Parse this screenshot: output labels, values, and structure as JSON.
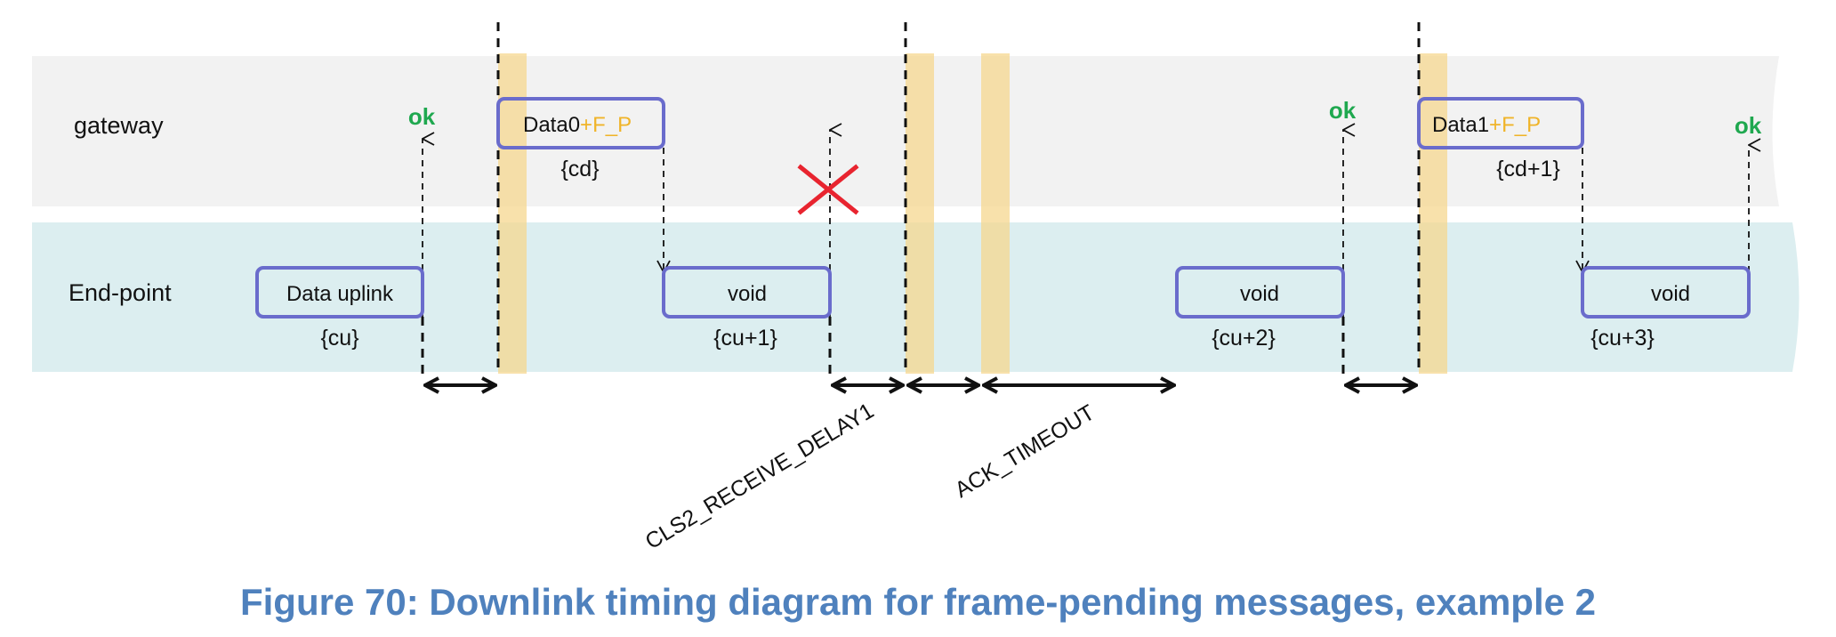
{
  "colors": {
    "gateway_lane": "#f2f2f2",
    "endpoint_lane": "#dceef0",
    "box_stroke": "#6a6ccc",
    "highlight": "#f5d78f",
    "ok": "#1fa84f",
    "fp": "#f0b429",
    "cross": "#e8242f",
    "caption": "#4f81bd"
  },
  "lanes": {
    "gateway": "gateway",
    "endpoint": "End-point"
  },
  "gateway_msgs": [
    {
      "main": "Data0",
      "suffix": "+F_P",
      "counter": "{cd}"
    },
    {
      "main": "Data1",
      "suffix": "+F_P",
      "counter": "{cd+1}"
    }
  ],
  "endpoint_msgs": [
    {
      "label": "Data uplink",
      "counter": "{cu}"
    },
    {
      "label": "void",
      "counter": "{cu+1}"
    },
    {
      "label": "void",
      "counter": "{cu+2}"
    },
    {
      "label": "void",
      "counter": "{cu+3}"
    }
  ],
  "ok_label": "ok",
  "timers": {
    "receive_delay": "CLS2_RECEIVE_DELAY1",
    "ack_timeout": "ACK_TIMEOUT"
  },
  "caption": "Figure 70: Downlink timing diagram for frame-pending messages, example 2"
}
